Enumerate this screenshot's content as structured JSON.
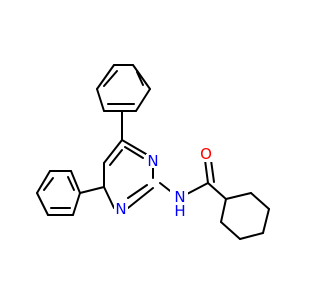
{
  "molecule": {
    "atom_labels": [
      {
        "id": "n_top",
        "text": "N",
        "color": "#0000ff"
      },
      {
        "id": "n_bottom",
        "text": "N",
        "color": "#0000ff"
      },
      {
        "id": "nh",
        "text": "N",
        "color": "#0000ff"
      },
      {
        "id": "nh_h",
        "text": "H",
        "color": "#0000ff"
      },
      {
        "id": "o",
        "text": "O",
        "color": "#ff0000"
      }
    ],
    "bond_color": "#000000"
  }
}
